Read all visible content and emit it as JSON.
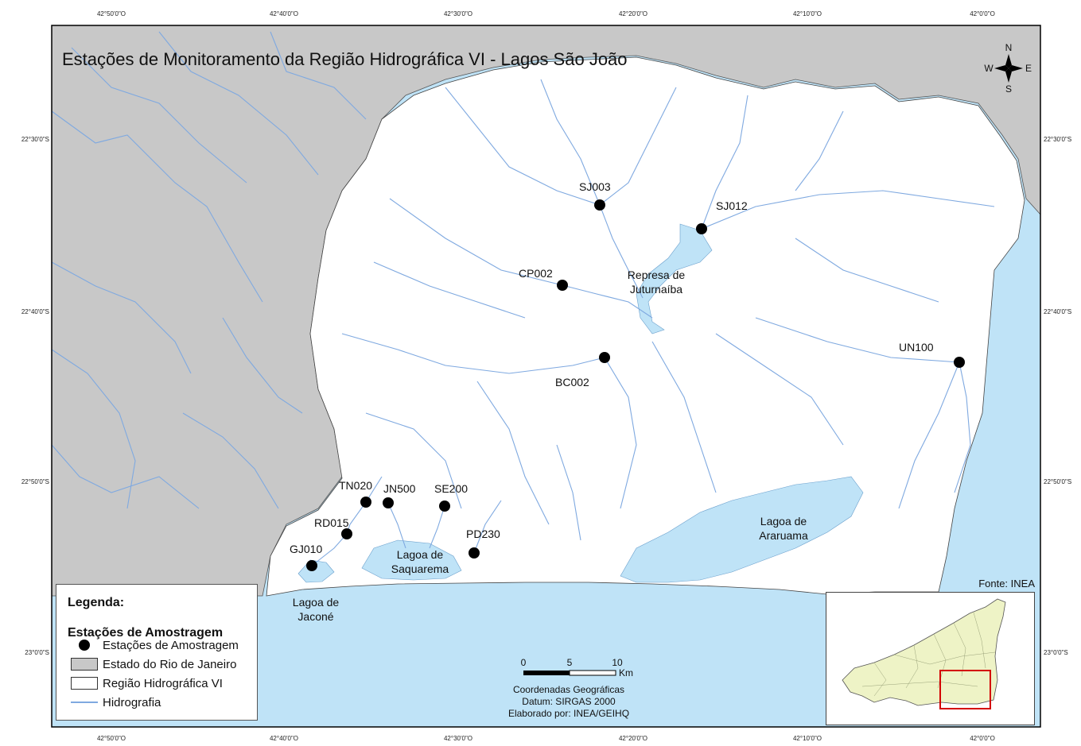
{
  "title": "Estações de Monitoramento da Região Hidrográfica VI - Lagos São João",
  "colors": {
    "ocean": "#bfe3f7",
    "state_land": "#c8c8c8",
    "region_land": "#ffffff",
    "rivers": "#7fa9e0",
    "station": "#000000",
    "inset_land": "#eef3c6",
    "inset_box": "#d40000"
  },
  "coordinates": {
    "longitudes": [
      "42°50'0\"O",
      "42°40'0\"O",
      "42°30'0\"O",
      "42°20'0\"O",
      "42°10'0\"O",
      "42°0'0\"O"
    ],
    "latitudes": [
      "22°30'0\"S",
      "22°40'0\"S",
      "22°50'0\"S",
      "23°0'0\"S"
    ]
  },
  "stations": [
    {
      "code": "SJ003"
    },
    {
      "code": "SJ012"
    },
    {
      "code": "CP002"
    },
    {
      "code": "BC002"
    },
    {
      "code": "UN100"
    },
    {
      "code": "TN020"
    },
    {
      "code": "JN500"
    },
    {
      "code": "SE200"
    },
    {
      "code": "RD015"
    },
    {
      "code": "PD230"
    },
    {
      "code": "GJ010"
    }
  ],
  "places": {
    "juturnaiba_1": "Represa de",
    "juturnaiba_2": "Juturnaíba",
    "araruama_1": "Lagoa de",
    "araruama_2": "Araruama",
    "saquarema_1": "Lagoa de",
    "saquarema_2": "Saquarema",
    "jacone_1": "Lagoa de",
    "jacone_2": "Jaconé"
  },
  "compass": {
    "n": "N",
    "s": "S",
    "e": "E",
    "w": "W"
  },
  "scale": {
    "ticks": [
      "0",
      "5",
      "10"
    ],
    "unit": "Km"
  },
  "credits": {
    "line1": "Coordenadas Geográficas",
    "line2": "Datum: SIRGAS 2000",
    "line3": "Elaborado por: INEA/GEIHQ"
  },
  "source": "Fonte: INEA",
  "legend": {
    "title": "Legenda:",
    "subtitle": "Estações de Amostragem",
    "items": [
      {
        "label": "Estações de Amostragem",
        "symbol": "dot"
      },
      {
        "label": "Estado do Rio de Janeiro",
        "symbol": "gray-fill"
      },
      {
        "label": "Região Hidrográfica VI",
        "symbol": "white-fill"
      },
      {
        "label": "Hidrografia",
        "symbol": "blue-line"
      }
    ]
  }
}
